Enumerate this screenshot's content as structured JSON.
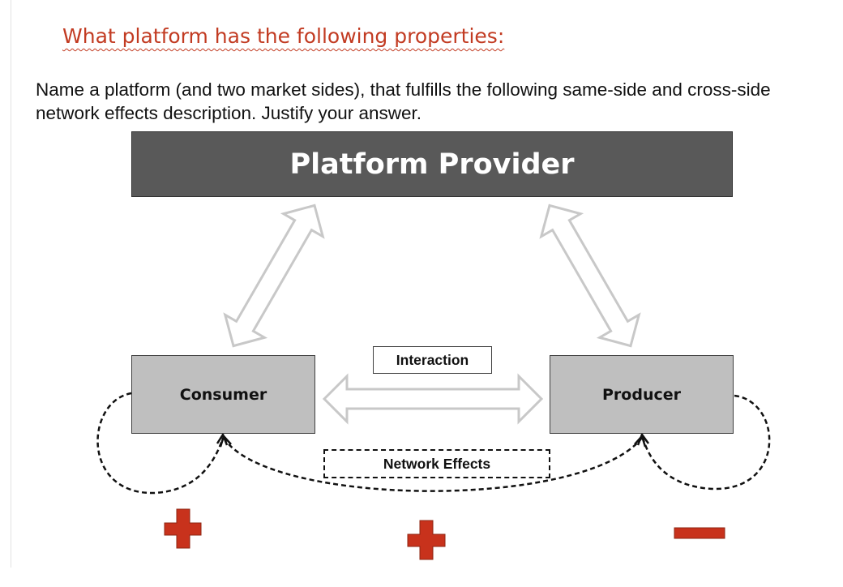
{
  "slide": {
    "title": "What platform has the following properties:",
    "question": "Name a platform (and two market sides), that fulfills the following same-side and cross-side network effects description. Justify your answer."
  },
  "diagram": {
    "provider_label": "Platform Provider",
    "consumer_label": "Consumer",
    "producer_label": "Producer",
    "interaction_label": "Interaction",
    "network_effects_label": "Network Effects",
    "effects": [
      {
        "scope": "consumer same-side",
        "sign": "positive"
      },
      {
        "scope": "cross-side",
        "sign": "positive"
      },
      {
        "scope": "producer same-side",
        "sign": "negative"
      }
    ],
    "colors": {
      "provider_fill": "#595959",
      "side_fill": "#bfbfbf",
      "accent": "#c23b22",
      "arrow_stroke": "#c8c8c8"
    }
  }
}
